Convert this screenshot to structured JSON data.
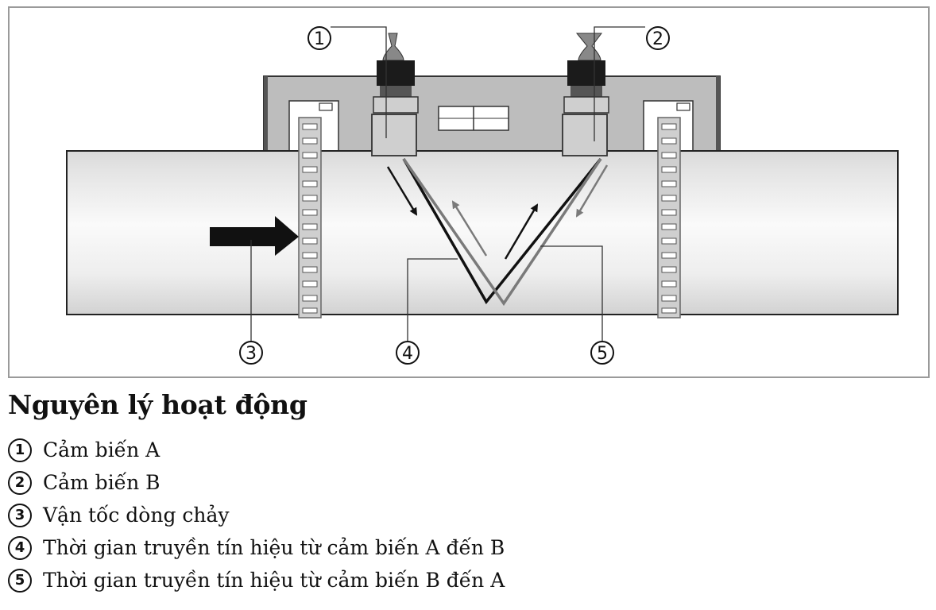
{
  "diagram": {
    "callouts": [
      "1",
      "2",
      "3",
      "4",
      "5"
    ]
  },
  "caption": {
    "title": "Nguyên lý hoạt động",
    "items": [
      {
        "num": "1",
        "text": "Cảm biến A"
      },
      {
        "num": "2",
        "text": "Cảm biến B"
      },
      {
        "num": "3",
        "text": "Vận tốc dòng chảy"
      },
      {
        "num": "4",
        "text": "Thời gian truyền tín hiệu từ cảm biến A đến B"
      },
      {
        "num": "5",
        "text": "Thời gian truyền tín hiệu từ cảm biến B đến A"
      }
    ]
  }
}
